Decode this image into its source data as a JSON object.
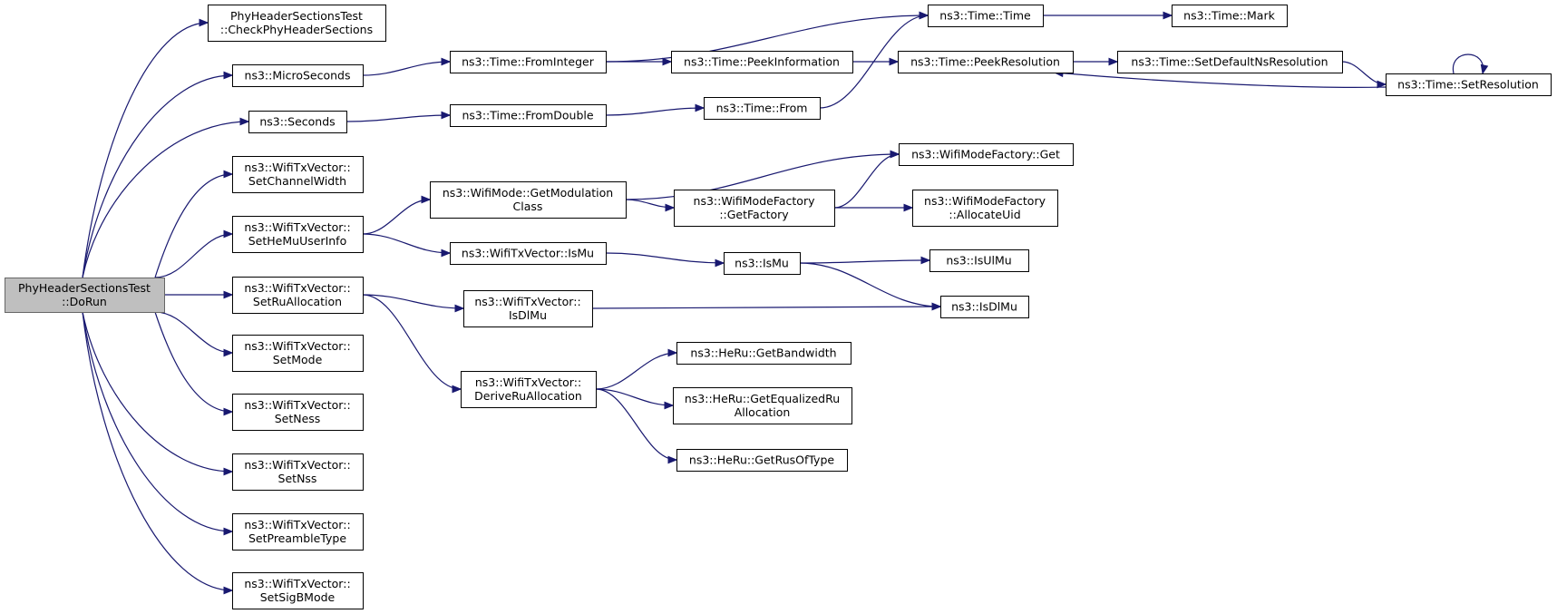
{
  "nodes": [
    {
      "id": "doRun",
      "lines": [
        "PhyHeaderSectionsTest",
        "::DoRun"
      ],
      "root": true
    },
    {
      "id": "checkPhy",
      "lines": [
        "PhyHeaderSectionsTest",
        "::CheckPhyHeaderSections"
      ]
    },
    {
      "id": "microSeconds",
      "lines": [
        "ns3::MicroSeconds"
      ]
    },
    {
      "id": "seconds",
      "lines": [
        "ns3::Seconds"
      ]
    },
    {
      "id": "setChannelWidth",
      "lines": [
        "ns3::WifiTxVector::",
        "SetChannelWidth"
      ]
    },
    {
      "id": "setHeMuUserInfo",
      "lines": [
        "ns3::WifiTxVector::",
        "SetHeMuUserInfo"
      ]
    },
    {
      "id": "setRuAllocation",
      "lines": [
        "ns3::WifiTxVector::",
        "SetRuAllocation"
      ]
    },
    {
      "id": "setMode",
      "lines": [
        "ns3::WifiTxVector::",
        "SetMode"
      ]
    },
    {
      "id": "setNess",
      "lines": [
        "ns3::WifiTxVector::",
        "SetNess"
      ]
    },
    {
      "id": "setNss",
      "lines": [
        "ns3::WifiTxVector::",
        "SetNss"
      ]
    },
    {
      "id": "setPreambleType",
      "lines": [
        "ns3::WifiTxVector::",
        "SetPreambleType"
      ]
    },
    {
      "id": "setSigBMode",
      "lines": [
        "ns3::WifiTxVector::",
        "SetSigBMode"
      ]
    },
    {
      "id": "fromInteger",
      "lines": [
        "ns3::Time::FromInteger"
      ]
    },
    {
      "id": "fromDouble",
      "lines": [
        "ns3::Time::FromDouble"
      ]
    },
    {
      "id": "getModulationClass",
      "lines": [
        "ns3::WifiMode::GetModulation",
        "Class"
      ]
    },
    {
      "id": "isMuVec",
      "lines": [
        "ns3::WifiTxVector::IsMu"
      ]
    },
    {
      "id": "isDlMuVec",
      "lines": [
        "ns3::WifiTxVector::",
        "IsDlMu"
      ]
    },
    {
      "id": "deriveRuAllocation",
      "lines": [
        "ns3::WifiTxVector::",
        "DeriveRuAllocation"
      ]
    },
    {
      "id": "peekInformation",
      "lines": [
        "ns3::Time::PeekInformation"
      ]
    },
    {
      "id": "timeFrom",
      "lines": [
        "ns3::Time::From"
      ]
    },
    {
      "id": "getFactory",
      "lines": [
        "ns3::WifiModeFactory",
        "::GetFactory"
      ]
    },
    {
      "id": "isMu",
      "lines": [
        "ns3::IsMu"
      ]
    },
    {
      "id": "getBandwidth",
      "lines": [
        "ns3::HeRu::GetBandwidth"
      ]
    },
    {
      "id": "getEqualizedRuAllocation",
      "lines": [
        "ns3::HeRu::GetEqualizedRu",
        "Allocation"
      ]
    },
    {
      "id": "getRusOfType",
      "lines": [
        "ns3::HeRu::GetRusOfType"
      ]
    },
    {
      "id": "timeTime",
      "lines": [
        "ns3::Time::Time"
      ]
    },
    {
      "id": "peekResolution",
      "lines": [
        "ns3::Time::PeekResolution"
      ]
    },
    {
      "id": "wifiModeFactoryGet",
      "lines": [
        "ns3::WifiModeFactory::Get"
      ]
    },
    {
      "id": "allocateUid",
      "lines": [
        "ns3::WifiModeFactory",
        "::AllocateUid"
      ]
    },
    {
      "id": "isUlMu",
      "lines": [
        "ns3::IsUlMu"
      ]
    },
    {
      "id": "isDlMu",
      "lines": [
        "ns3::IsDlMu"
      ]
    },
    {
      "id": "timeMark",
      "lines": [
        "ns3::Time::Mark"
      ]
    },
    {
      "id": "setDefaultNsResolution",
      "lines": [
        "ns3::Time::SetDefaultNsResolution"
      ]
    },
    {
      "id": "setResolution",
      "lines": [
        "ns3::Time::SetResolution"
      ]
    }
  ],
  "edges": [
    [
      "doRun",
      "checkPhy"
    ],
    [
      "doRun",
      "microSeconds"
    ],
    [
      "doRun",
      "seconds"
    ],
    [
      "doRun",
      "setChannelWidth"
    ],
    [
      "doRun",
      "setHeMuUserInfo"
    ],
    [
      "doRun",
      "setRuAllocation"
    ],
    [
      "doRun",
      "setMode"
    ],
    [
      "doRun",
      "setNess"
    ],
    [
      "doRun",
      "setNss"
    ],
    [
      "doRun",
      "setPreambleType"
    ],
    [
      "doRun",
      "setSigBMode"
    ],
    [
      "microSeconds",
      "fromInteger"
    ],
    [
      "seconds",
      "fromDouble"
    ],
    [
      "setHeMuUserInfo",
      "getModulationClass"
    ],
    [
      "setHeMuUserInfo",
      "isMuVec"
    ],
    [
      "setRuAllocation",
      "isDlMuVec"
    ],
    [
      "setRuAllocation",
      "deriveRuAllocation"
    ],
    [
      "fromInteger",
      "timeTime"
    ],
    [
      "fromInteger",
      "peekInformation"
    ],
    [
      "fromDouble",
      "timeFrom"
    ],
    [
      "getModulationClass",
      "wifiModeFactoryGet"
    ],
    [
      "getModulationClass",
      "getFactory"
    ],
    [
      "isMuVec",
      "isMu"
    ],
    [
      "isDlMuVec",
      "isDlMu"
    ],
    [
      "deriveRuAllocation",
      "getBandwidth"
    ],
    [
      "deriveRuAllocation",
      "getEqualizedRuAllocation"
    ],
    [
      "deriveRuAllocation",
      "getRusOfType"
    ],
    [
      "peekInformation",
      "peekResolution"
    ],
    [
      "timeFrom",
      "timeTime"
    ],
    [
      "getFactory",
      "wifiModeFactoryGet"
    ],
    [
      "getFactory",
      "allocateUid"
    ],
    [
      "isMu",
      "isUlMu"
    ],
    [
      "isMu",
      "isDlMu"
    ],
    [
      "timeTime",
      "timeMark"
    ],
    [
      "peekResolution",
      "setDefaultNsResolution"
    ],
    [
      "setDefaultNsResolution",
      "setResolution"
    ],
    [
      "setResolution",
      "peekResolution"
    ],
    [
      "setResolution",
      "setResolution"
    ]
  ],
  "colors": {
    "edge": "#191970",
    "root_fill": "#bfbfbf",
    "node_border": "#000000"
  }
}
